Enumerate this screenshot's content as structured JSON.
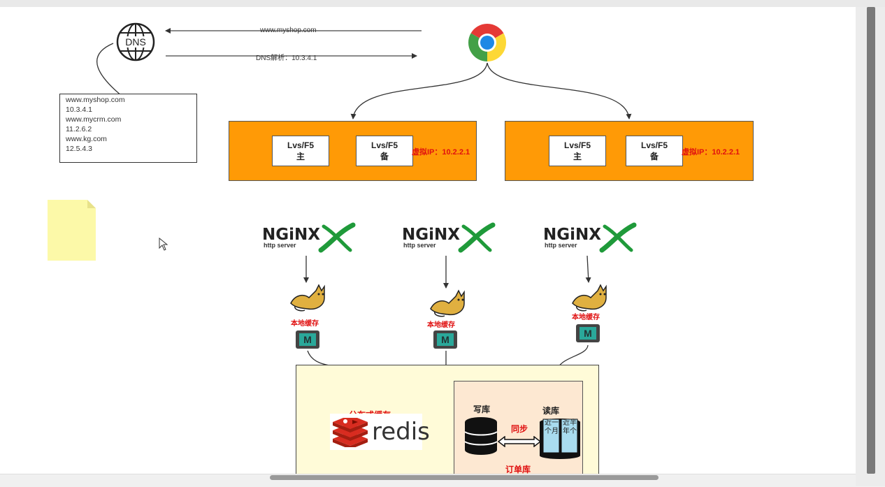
{
  "dns": {
    "label": "DNS"
  },
  "arrows": {
    "request": "www.myshop.com",
    "response": "DNS解析：10.3.4.1"
  },
  "hosts": [
    "www.myshop.com",
    "10.3.4.1",
    "www.mycrm.com",
    "11.2.6.2",
    "www.kg.com",
    "12.5.4.3"
  ],
  "lb_groups": [
    {
      "primary": {
        "line1": "Lvs/F5",
        "line2": "主"
      },
      "backup": {
        "line1": "Lvs/F5",
        "line2": "备"
      },
      "vip": "虚拟IP：10.2.2.1"
    },
    {
      "primary": {
        "line1": "Lvs/F5",
        "line2": "主"
      },
      "backup": {
        "line1": "Lvs/F5",
        "line2": "备"
      },
      "vip": "虚拟IP：10.2.2.1"
    }
  ],
  "nginx": [
    {
      "logo": "NGiNX",
      "sub": "http server"
    },
    {
      "logo": "NGiNX",
      "sub": "http server"
    },
    {
      "logo": "NGiNX",
      "sub": "http server"
    }
  ],
  "local_cache": [
    "本地缓存",
    "本地缓存",
    "本地缓存"
  ],
  "memcache_icon_letter": "M",
  "bottom": {
    "distributed_cache": "分布式缓存",
    "redis_text": "redis",
    "write_db": "写库",
    "read_db": "读库",
    "sync": "同步",
    "order_db": "订单库",
    "partition_a": "近一个月",
    "partition_b": "近半年个"
  },
  "colors": {
    "lb_fill": "#ff9a06",
    "accent_red": "#e01010",
    "nginx_green": "#1f9a3a",
    "panel_fill": "#fffbd8",
    "db_panel_fill": "#fde8d2"
  }
}
